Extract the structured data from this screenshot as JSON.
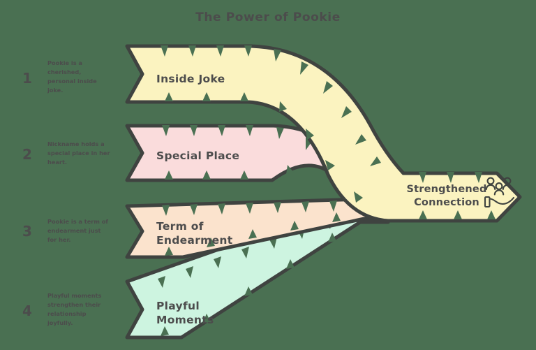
{
  "page": {
    "title": "The Power of Pookie",
    "background_color": "#4a7052",
    "ink_color": "#3f4340",
    "text_color": "#4c4c4c"
  },
  "steps": [
    {
      "number": "1",
      "description": "Pookie is a cherished, personal inside joke.",
      "desc_lines": [
        "Pookie is a",
        "cherished,",
        "personal inside",
        "joke."
      ],
      "ribbon_label": "Inside Joke",
      "ribbon_label_lines": [
        "Inside Joke"
      ],
      "color": "#FBF3C0"
    },
    {
      "number": "2",
      "description": "Nickname holds a special place in her heart.",
      "desc_lines": [
        "Nickname holds a",
        "special place in her",
        "heart."
      ],
      "ribbon_label": "Special Place",
      "ribbon_label_lines": [
        "Special Place"
      ],
      "color": "#FADCDC"
    },
    {
      "number": "3",
      "description": "Pookie is a term of endearment just for her.",
      "desc_lines": [
        "Pookie is a term of",
        "endearment just",
        "for her."
      ],
      "ribbon_label": "Term of Endearment",
      "ribbon_label_lines": [
        "Term of",
        "Endearment"
      ],
      "color": "#FBE3CD"
    },
    {
      "number": "4",
      "description": "Playful moments strengthen their relationship joyfully.",
      "desc_lines": [
        "Playful moments",
        "strengthen their",
        "relationship",
        "joyfully."
      ],
      "ribbon_label": "Playful Moments",
      "ribbon_label_lines": [
        "Playful",
        "Moments"
      ],
      "color": "#CDF4E0"
    }
  ],
  "outcome": {
    "label": "Strengthened Connection",
    "label_lines": [
      "Strengthened",
      "Connection"
    ],
    "icon": "hand-holding-people-icon",
    "color": "#FBF3C0"
  }
}
